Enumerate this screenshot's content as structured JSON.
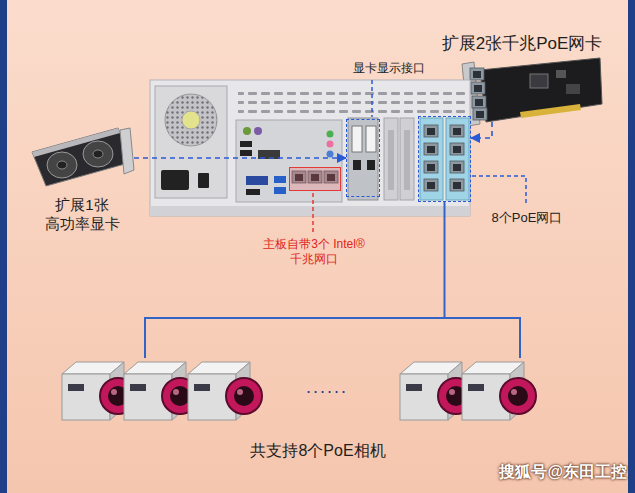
{
  "diagram": {
    "nodes": [
      {
        "text": [
          "扩展2张千兆PoE网卡"
        ]
      },
      {
        "text": [
          "显卡显示接口"
        ]
      },
      {
        "text": [
          "扩展1张 高功率显卡"
        ]
      },
      {
        "text": [
          "8个PoE网口"
        ]
      },
      {
        "text": [
          "主板自带3个 Intel®千兆网口"
        ]
      },
      {
        "text": [
          "共支持8个PoE相机"
        ]
      }
    ],
    "edges": [
      {
        "from": 2,
        "to": 1,
        "arrow": "to"
      },
      {
        "from": 0,
        "to": 3,
        "arrow": "to"
      },
      {
        "from": 3,
        "to": 5,
        "arrow": "none"
      }
    ],
    "labels": [
      "......",
      "搜狐号@东田工控"
    ]
  }
}
